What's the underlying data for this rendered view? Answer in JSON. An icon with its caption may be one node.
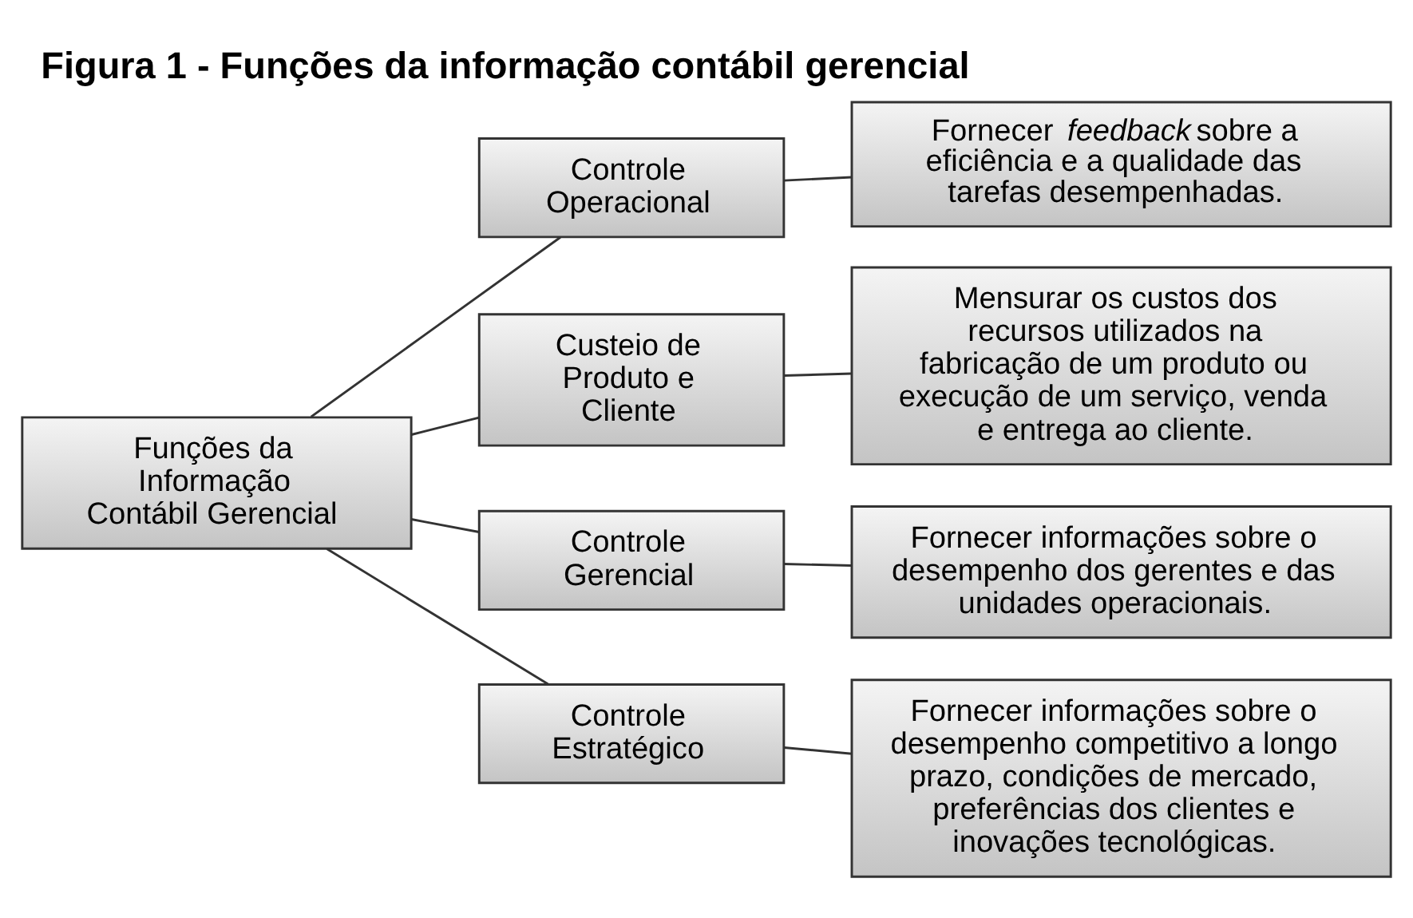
{
  "diagram": {
    "title": "Figura 1 - Funções da informação contábil gerencial",
    "nodes": [
      {
        "text": [
          "Funções da Informação Contábil Gerencial"
        ]
      },
      {
        "text": [
          "Controle Operacional"
        ]
      },
      {
        "text": [
          "Fornecer *feedback* sobre a eficiência e a qualidade das tarefas desempenhadas."
        ]
      },
      {
        "text": [
          "Custeio de Produto e Cliente"
        ]
      },
      {
        "text": [
          "Mensurar os custos dos recursos utilizados na fabricação de um produto ou execução de um serviço, venda e entrega ao cliente."
        ]
      },
      {
        "text": [
          "Controle Gerencial"
        ]
      },
      {
        "text": [
          "Fornecer informações sobre o desempenho dos gerentes e das unidades operacionais."
        ]
      },
      {
        "text": [
          "Controle Estratégico"
        ]
      },
      {
        "text": [
          "Fornecer informações sobre o desempenho competitivo a longo prazo, condições de mercado, preferências dos clientes e inovações tecnológicas."
        ]
      }
    ],
    "edges": [
      {
        "from": 0,
        "to": 1,
        "arrow": "none"
      },
      {
        "from": 0,
        "to": 3,
        "arrow": "none"
      },
      {
        "from": 0,
        "to": 5,
        "arrow": "none"
      },
      {
        "from": 0,
        "to": 7,
        "arrow": "none"
      },
      {
        "from": 1,
        "to": 2,
        "arrow": "none"
      },
      {
        "from": 3,
        "to": 4,
        "arrow": "none"
      },
      {
        "from": 5,
        "to": 6,
        "arrow": "none"
      },
      {
        "from": 7,
        "to": 8,
        "arrow": "none"
      }
    ]
  }
}
